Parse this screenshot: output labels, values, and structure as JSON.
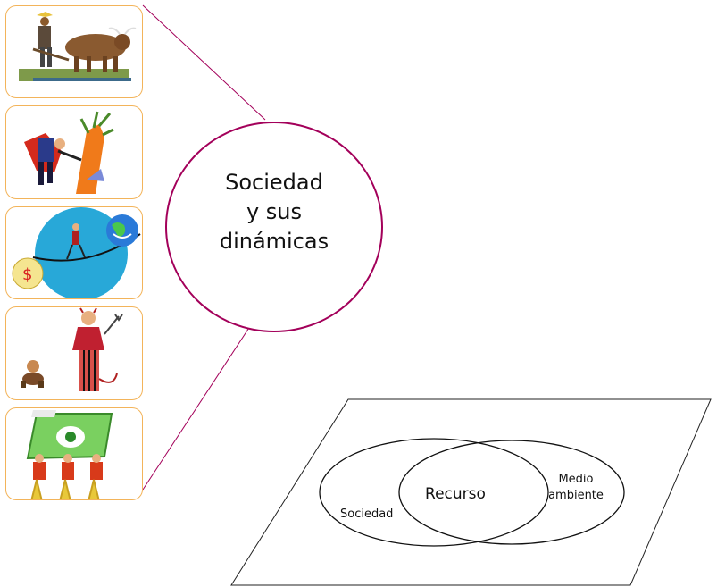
{
  "topic": {
    "lines": [
      "Sociedad",
      "y sus",
      "dinámicas"
    ]
  },
  "venn": {
    "sociedad": "Sociedad",
    "recurso": "Recurso",
    "medio_ambiente": [
      "Medio",
      "ambiente"
    ]
  },
  "images": [
    {
      "icon": "farmer-plowing-ox-icon"
    },
    {
      "icon": "woodcutter-tree-icon"
    },
    {
      "icon": "globe-economy-icon"
    },
    {
      "icon": "child-and-devil-icon"
    },
    {
      "icon": "people-carrying-money-icon"
    }
  ],
  "colors": {
    "card_border": "#f3b45a",
    "circle_border": "#a3005a",
    "connector": "#a3005a"
  }
}
